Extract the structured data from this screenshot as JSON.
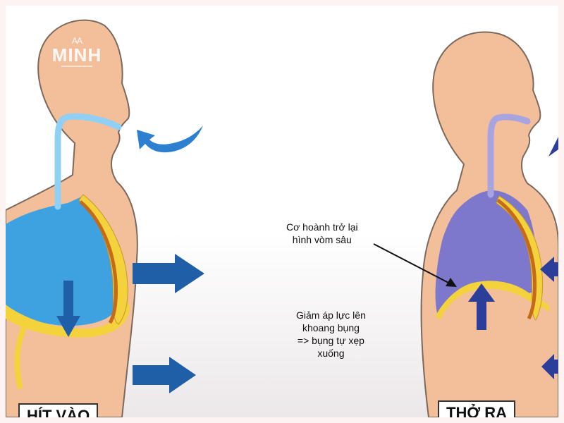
{
  "labels": {
    "inhale": "HÍT VÀO",
    "exhale": "THỞ RA"
  },
  "annotations": {
    "diaphragm": [
      "Cơ hoành trở lại",
      "hình vòm sâu"
    ],
    "pressure": [
      "Giảm áp lực lên",
      "khoang bụng",
      "=> bụng tự xẹp",
      "xuống"
    ]
  },
  "logo": {
    "mark": "AA",
    "word": "MINH"
  },
  "colors": {
    "skin": "#f3bf9a",
    "skin_outline": "#7a6a5e",
    "lungs_inhale": "#3fa2e0",
    "lungs_exhale": "#7e78cc",
    "diaphragm": "#f4d23c",
    "arrow_dark_blue": "#1f5fa8",
    "arrow_navy": "#2b3f9a"
  }
}
